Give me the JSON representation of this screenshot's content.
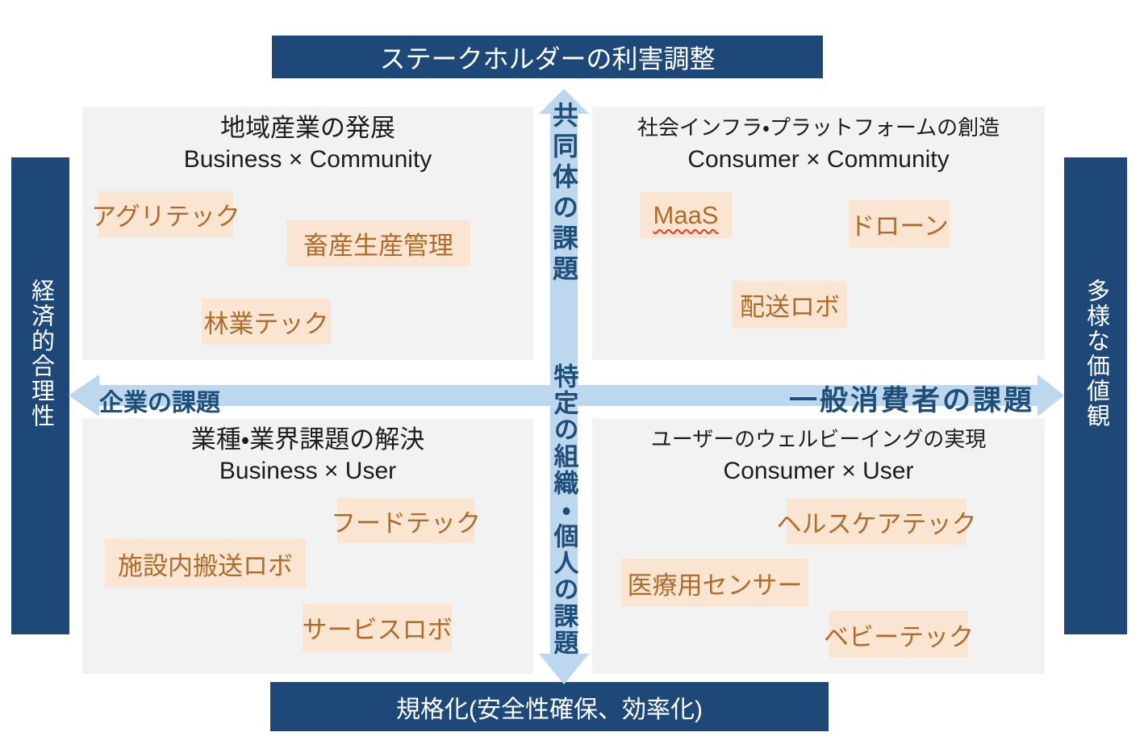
{
  "banners": {
    "top": "ステークホルダーの利害調整",
    "bottom": "規格化(安全性確保、効率化)",
    "left": "経済的合理性",
    "right": "多様な価値観"
  },
  "axes": {
    "horizontal_left": "企業の課題",
    "horizontal_right": "一般消費者の課題",
    "vertical_top": "共同体の課題",
    "vertical_bottom": "特定の組織・個人の課題"
  },
  "quadrants": {
    "top_left": {
      "title": "地域産業の発展",
      "subtitle": "Business × Community",
      "items": [
        "アグリテック",
        "畜産生産管理",
        "林業テック"
      ]
    },
    "top_right": {
      "title": "社会インフラ・プラットフォームの創造",
      "subtitle": "Consumer × Community",
      "items": [
        "MaaS",
        "ドローン",
        "配送ロボ"
      ]
    },
    "bottom_left": {
      "title": "業種・業界課題の解決",
      "subtitle": "Business × User",
      "items": [
        "フードテック",
        "施設内搬送ロボ",
        "サービスロボ"
      ]
    },
    "bottom_right": {
      "title": "ユーザーのウェルビーイングの実現",
      "subtitle": "Consumer × User",
      "items": [
        "ヘルスケアテック",
        "医療用センサー",
        "ベビーテック"
      ]
    }
  },
  "colors": {
    "banner_navy": "#1E4878",
    "axis_band_blue": "#BDD7EE",
    "axis_text_blue": "#1F4E79",
    "quadrant_gray": "#F2F2F2",
    "item_box_peach": "#FAE5D2",
    "item_text_brown": "#AE6C2C",
    "maas_wavy_underline_red": "#E23B2E"
  }
}
